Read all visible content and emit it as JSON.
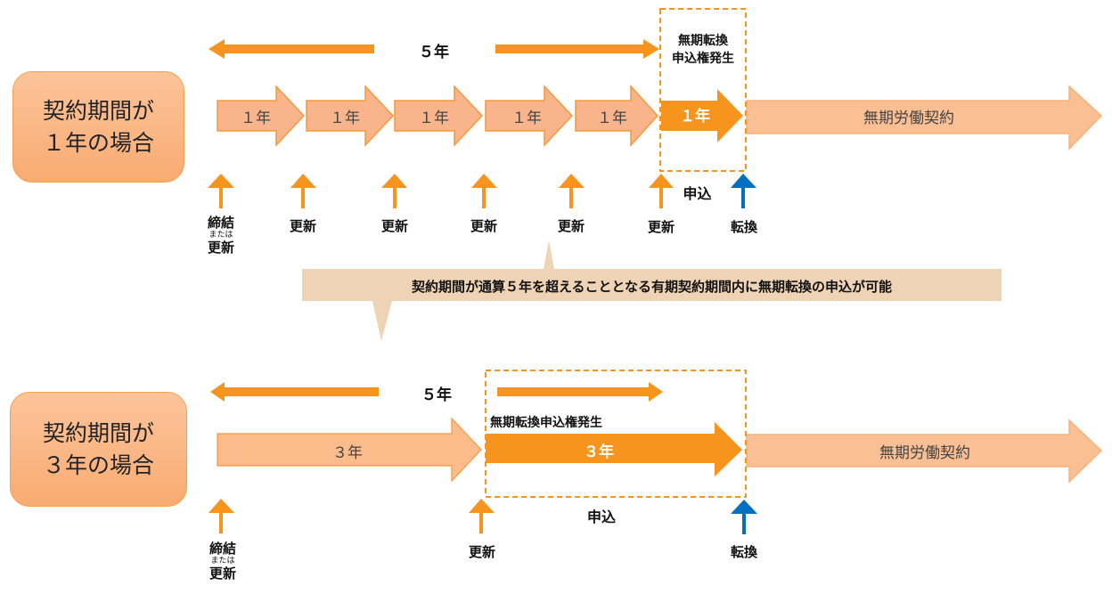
{
  "colors": {
    "light_arrow": "#f9b48b",
    "light_arrow_border": "#f39a3c",
    "bold_arrow": "#f7941d",
    "blue_arrow": "#0070c0",
    "callout": "#efd3b5",
    "case_box": "#fbbb8b"
  },
  "case1": {
    "title_line1": "契約期間が",
    "title_line2": "１年の場合",
    "span_label": "５年",
    "right_box_label_line1": "無期転換",
    "right_box_label_line2": "申込権発生",
    "segments": [
      "１年",
      "１年",
      "１年",
      "１年",
      "１年"
    ],
    "final_segment": "１年",
    "indefinite": "無期労働契約",
    "apply_label": "申込",
    "events": [
      {
        "label": "締結",
        "sub": "または",
        "label2": "更新"
      },
      {
        "label": "更新"
      },
      {
        "label": "更新"
      },
      {
        "label": "更新"
      },
      {
        "label": "更新"
      },
      {
        "label": "更新"
      }
    ],
    "conversion_label": "転換"
  },
  "callout": {
    "text": "契約期間が通算５年を超えることとなる有期契約期間内に無期転換の申込が可能"
  },
  "case2": {
    "title_line1": "契約期間が",
    "title_line2": "３年の場合",
    "span_label": "５年",
    "right_box_label": "無期転換申込権発生",
    "segment": "３年",
    "final_segment": "３年",
    "indefinite": "無期労働契約",
    "apply_label": "申込",
    "events": [
      {
        "label": "締結",
        "sub": "または",
        "label2": "更新"
      },
      {
        "label": "更新"
      }
    ],
    "conversion_label": "転換"
  }
}
